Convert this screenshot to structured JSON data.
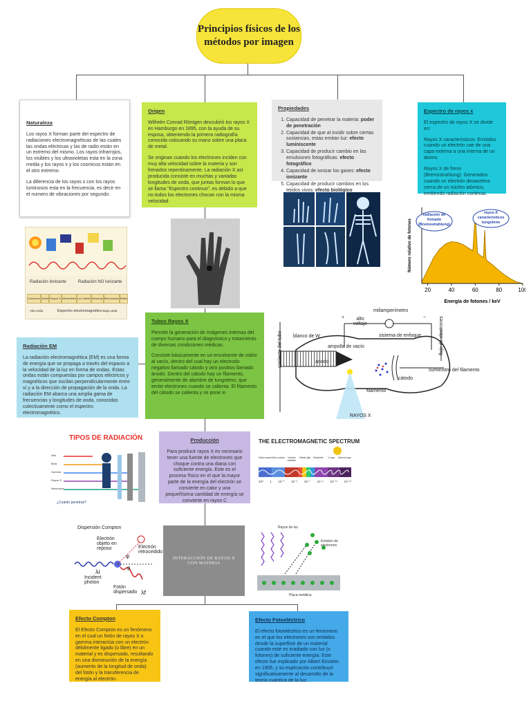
{
  "title": "Principios físicos de los métodos por imagen",
  "naturaleza": {
    "heading": "Naturaleza",
    "p1": "Los rayos X forman parte del espectro de radiaciones electromagnéticas de las cuales las ondas eléctricas y las de radio están en un extremo del mismo. Los rayos infrarrojos, los visibles y los ultravioletas esta en la zona media y los rayos x y los cosmicos están en el otro extremo.",
    "p2": "La diferencia de los rayos x con los rayos luminosos esta en la frecuencia, es decir en el numero de vibraciones por segundo."
  },
  "origen": {
    "heading": "Origen",
    "p1": "Wilhelm Conrad Röntgen descubrió los rayos X en Hamburgo en 1895, con la ayuda de su esposa, obteniendo la primera radiografía conocida colocando su mano sobre una placa de metal.",
    "p2": "Se originan cuando los electrones inciden con muy alta velocidad sobre la materia y son frenados repentinamente. La radiación X así producida consiste en muchas y variadas longitudes de onda, que juntas forman lo que se llama \"Espectro continuo\", es debido a que no todos los electrones chocan con la misma velocidad"
  },
  "propiedades": {
    "heading": "Propiedades",
    "items": [
      "Capacidad de penetrar la materia: poder de penetración",
      "Capacidad de que al incidir sobre ciertas sustancias, estas emitan luz: efecto luminiscente",
      "Capacidad de producir cambio en las emulsiones fotográficas: efecto fotográfico",
      "Capacidad de ionizar los gases: efecto ionizante",
      "Capacidad de producir cambios en los tejidos vivos: efecto biológico"
    ]
  },
  "espectro": {
    "heading": "Espectro de rayos x",
    "p1": "El espectro de rayos X se divide en:",
    "p2": "Rayos X característicos: Emitidos cuando un electrón cae de una capa externa a una interna de un átomo.",
    "p3": "Rayos X de freno (Bremsstrahlung): Generados cuando un electrón desacelera cerca de un núcleo atómico, emitiendo radiación continua."
  },
  "em_image": {
    "label_left": "Radiación Ionizante",
    "label_right": "Radiación NO Ionizante",
    "cells": [
      "Cósmicos",
      "Gama",
      "Rayos X",
      "Ultravioleta",
      "Luz Visible",
      "Infrarrojo",
      "Microondas",
      "Radio"
    ],
    "footer_left": "Alta onda",
    "footer_center": "Espectro electromagnético",
    "footer_right": "Baja onda"
  },
  "radiacion_em": {
    "heading": "Radiación EM",
    "p1": "La radiación electromagnética (EM) es una forma de energía que se propaga a través del espacio a la velocidad de la luz en forma de ondas. Estas ondas están compuestas por campos eléctricos y magnéticos que oscilan perpendicularmente entre sí y a la dirección de propagación de la onda. La radiación EM abarca una amplia gama de frecuencias y longitudes de onda, conocidas colectivamente como el espectro electromagnético."
  },
  "tubos": {
    "heading": "Tubos Rayos X",
    "p1": "Permite la generación de imágenes internas del cuerpo humano para el diagnóstico y tratamiento de diversas condiciones médicas.",
    "p2": "Consiste básicamente en un envolvente de vidrio al vacío, dentro del cual hay un electrodo negativo llamado cátodo y otro positivo llamado ánodo. Dentro del cátodo hay un filamento, generalmente de alambre de tungsteno, que emite electrones cuando se calienta. El filamento del cátodo se calienta y se pone in"
  },
  "chart_data": {
    "type": "area",
    "xlabel": "Energía de fotones / keV",
    "ylabel": "Número relativo de fotones",
    "xticks": [
      20,
      40,
      60,
      80,
      100
    ],
    "xlim": [
      15,
      100
    ],
    "ylim": [
      0,
      1
    ],
    "x": [
      15,
      20,
      25,
      30,
      35,
      40,
      45,
      50,
      55,
      58,
      60,
      62,
      65,
      67,
      68,
      69,
      70,
      75,
      80,
      85,
      90,
      95,
      100
    ],
    "values": [
      0.02,
      0.18,
      0.34,
      0.45,
      0.52,
      0.55,
      0.54,
      0.51,
      0.46,
      0.43,
      0.9,
      0.4,
      0.36,
      0.34,
      0.7,
      0.33,
      0.3,
      0.24,
      0.17,
      0.11,
      0.06,
      0.02,
      0.0
    ],
    "annotations": [
      {
        "text": "radiación de frenado (Bremsstrahlung)",
        "x": 36,
        "y": 0.58
      },
      {
        "text": "rayos-X característicos tungsteno",
        "x": 62,
        "y": 0.92
      }
    ]
  },
  "tube_diagram": {
    "alto_voltaje": "alto voltaje",
    "miliamperimetro": "miliamperímetro",
    "blanco": "blanco de W",
    "ampolla": "ampolla de vacío",
    "sistema": "sistema de enfoque",
    "anodo": "ánodo",
    "catodo": "cátodo",
    "filamento": "filamento",
    "suministro": "suministro del filamento",
    "corriente": "corriente del tubo",
    "flujo": "flujo de electrones",
    "rayos": "RAYOS X",
    "plus": "+",
    "minus": "−"
  },
  "tipos": {
    "title": "TIPOS DE RADIACIÓN",
    "caption": "¿Cuánto penetran?",
    "rows": [
      "Alfa",
      "Beta",
      "Gamma",
      "Rayos X",
      "Neutrones"
    ]
  },
  "produccion": {
    "heading": "Producción",
    "p1": "Para producir rayos X es necesario tener una fuente de electrones que choque contra una diana con suficiente energía. Este es el proceso físico en el que la mayor parte de la energía del electrón se convierte en calor y una pequeñísima cantidad de energía se convierte en rayos C"
  },
  "spectrum": {
    "title": "THE ELECTROMAGNETIC SPECTRUM",
    "bands": [
      "Radio waves",
      "Micro waves",
      "Infrared radiation",
      "Visible light",
      "Ultraviolet",
      "X-rays",
      "Gamma rays"
    ],
    "ticks": [
      "10³",
      "1",
      "10⁻³",
      "10⁻⁵",
      "10⁻⁷",
      "10⁻⁹",
      "10⁻¹¹",
      "10⁻¹²"
    ]
  },
  "compton_img": {
    "title": "Dispersión Compton",
    "electron_obj": "Electrón objeto en reposo",
    "electron_ret": "Electrón retrocedido",
    "incident": "Incident photon",
    "foton": "Fotón dispersado",
    "lambda_i": "λi",
    "lambda_f": "λf",
    "phi": "φ",
    "theta": "θ"
  },
  "interaccion": {
    "text": "INTERACCIÓN DE RAYOS X CON MATERIA"
  },
  "photo_img": {
    "rayos": "Rayos de luz",
    "emision": "Emisión de electrones",
    "placa": "Placa metálica"
  },
  "compton": {
    "heading": "Efecto Compton",
    "p1": "El Efecto Compton es un fenómeno en el cual un fotón de rayos X o gamma interactúa con un electrón débilmente ligado (o libre) en un material y es dispersado, resultando en una disminución de la energía (aumento de la longitud de onda) del fotón y la transferencia de energía al electrón."
  },
  "fotoelectrico": {
    "heading": "Efecto Fotoeléctrico",
    "p1": "El efecto fotoeléctrico es un fenómeno en el que los electrones son emitidos desde la superficie de un material cuando este es irradiado con luz (o fotones) de suficiente energía. Este efecto fue explicado por Albert Einstein en 1905, y su explicación contribuyó significativamente al desarrollo de la teoría cuántica de la luz."
  },
  "colors": {
    "title_bg": "#f7e43a",
    "origen_bg": "#c6e84a",
    "espectro_bg": "#1ec8da",
    "tubos_bg": "#7cc444",
    "produccion_bg": "#c7b8e4",
    "radiacion_bg": "#aee0ef",
    "compton_bg": "#f8c514",
    "fotoelectrico_bg": "#44a9e8",
    "interaccion_bg": "#8c8c8c",
    "chart_fill": "#f5b400"
  }
}
